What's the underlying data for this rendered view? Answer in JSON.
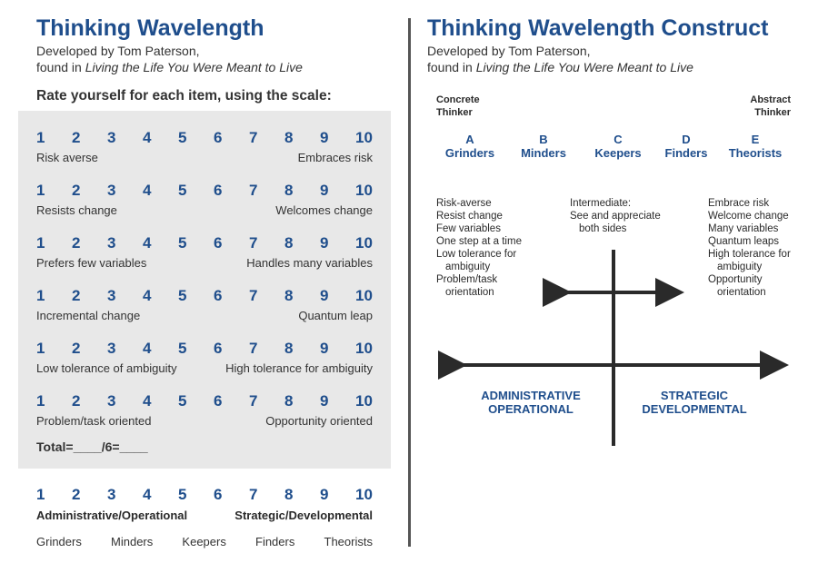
{
  "left": {
    "title": "Thinking Wavelength",
    "dev_by": "Developed by Tom Paterson,",
    "found_prefix": "found in ",
    "book": "Living the Life You Were Meant to Live",
    "instruction": "Rate yourself for each item, using the scale:",
    "scale": [
      "1",
      "2",
      "3",
      "4",
      "5",
      "6",
      "7",
      "8",
      "9",
      "10"
    ],
    "items": [
      {
        "low": "Risk averse",
        "high": "Embraces risk"
      },
      {
        "low": "Resists change",
        "high": "Welcomes change"
      },
      {
        "low": "Prefers few variables",
        "high": "Handles many variables"
      },
      {
        "low": "Incremental change",
        "high": "Quantum leap"
      },
      {
        "low": "Low tolerance of ambiguity",
        "high": "High tolerance for ambiguity"
      },
      {
        "low": "Problem/task oriented",
        "high": "Opportunity oriented"
      }
    ],
    "total": "Total=____/6=____",
    "bottom_low": "Administrative/Operational",
    "bottom_high": "Strategic/Developmental",
    "types": [
      "Grinders",
      "Minders",
      "Keepers",
      "Finders",
      "Theorists"
    ]
  },
  "right": {
    "title": "Thinking Wavelength Construct",
    "dev_by": "Developed by Tom Paterson,",
    "found_prefix": "found in ",
    "book": "Living the Life You Were Meant to Live",
    "concrete": [
      "Concrete",
      "Thinker"
    ],
    "abstract": [
      "Abstract",
      "Thinker"
    ],
    "categories": [
      {
        "letter": "A",
        "name": "Grinders"
      },
      {
        "letter": "B",
        "name": "Minders"
      },
      {
        "letter": "C",
        "name": "Keepers"
      },
      {
        "letter": "D",
        "name": "Finders"
      },
      {
        "letter": "E",
        "name": "Theorists"
      }
    ],
    "left_list": [
      "Risk-averse",
      "Resist change",
      "Few variables",
      "One step at a time",
      "Low tolerance for",
      "ambiguity",
      "Problem/task",
      "orientation"
    ],
    "mid_list": [
      "Intermediate:",
      "See and appreciate",
      "both sides"
    ],
    "right_list": [
      "Embrace risk",
      "Welcome change",
      "Many variables",
      "Quantum leaps",
      "High tolerance for",
      "ambiguity",
      "Opportunity",
      "orientation"
    ],
    "axis_left": [
      "ADMINISTRATIVE",
      "OPERATIONAL"
    ],
    "axis_right": [
      "STRATEGIC",
      "DEVELOPMENTAL"
    ]
  }
}
